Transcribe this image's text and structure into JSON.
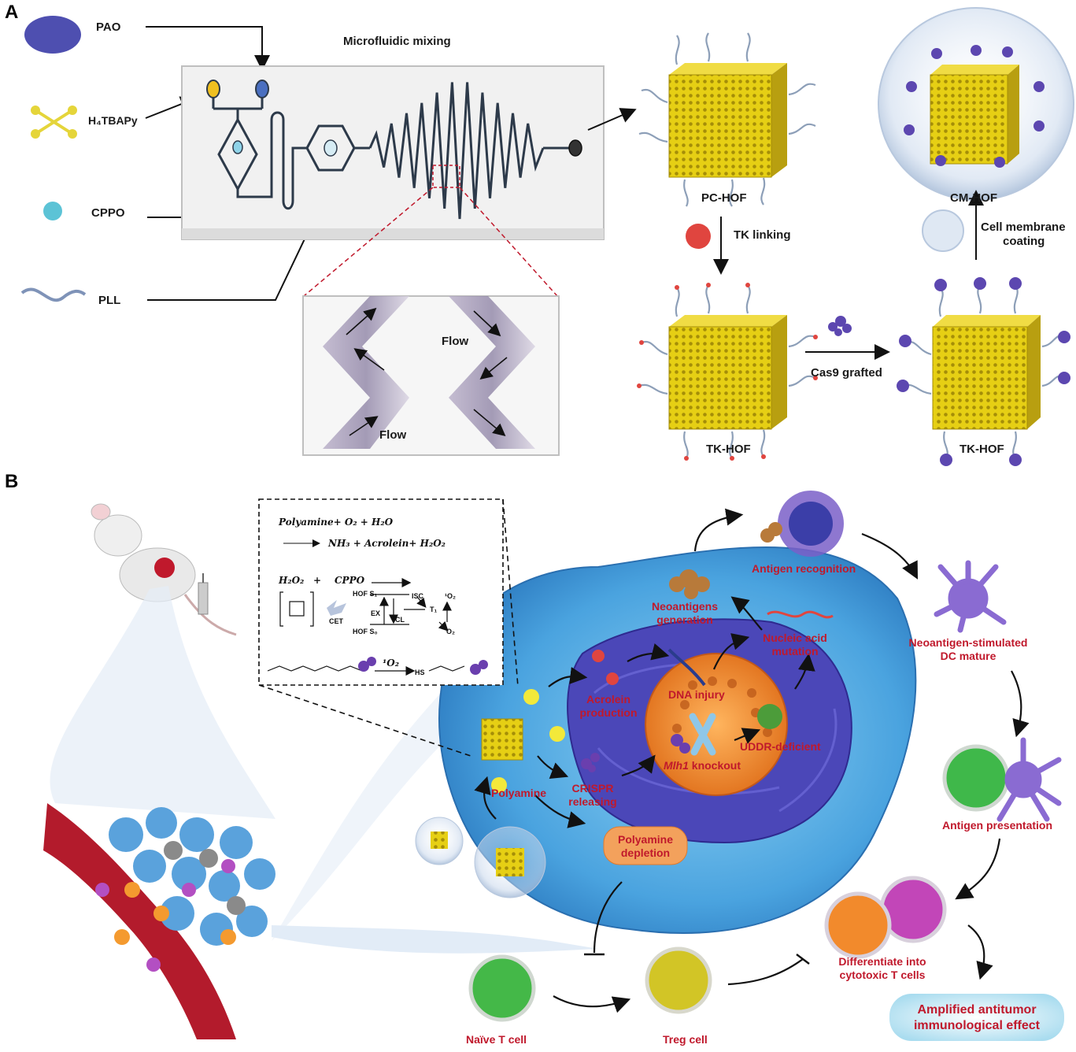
{
  "panel_a": {
    "letter": "A",
    "title": "Microfluidic mixing",
    "inputs": {
      "pao": "PAO",
      "h4tbapy": "H₄TBAPy",
      "cppo": "CPPO",
      "pll": "PLL"
    },
    "flow_top": "Flow",
    "flow_bottom": "Flow",
    "products": {
      "pc_hof": "PC-HOF",
      "tk_linking": "TK linking",
      "tk_hof_left": "TK-HOF",
      "cas9": "Cas9 grafted",
      "tk_hof_right": "TK-HOF",
      "coating_line1": "Cell membrane",
      "coating_line2": "coating",
      "cm_hof": "CM-HOF"
    }
  },
  "panel_b": {
    "letter": "B",
    "reaction": {
      "line1": "Polyamine+ O₂ + H₂O",
      "line2": "NH₃ + Acrolein+ H₂O₂",
      "h2o2": "H₂O₂",
      "plus": "+",
      "cppo": "CPPO",
      "cet": "CET",
      "hof_s1": "HOF S₁",
      "hof_s0": "HOF S₀",
      "isc": "ISC",
      "t1": "T₁",
      "ex": "EX",
      "cl": "CL",
      "singlet_top": "¹O₂",
      "o2": "O₂",
      "singlet_arrow": "¹O₂",
      "hs": "HS"
    },
    "labels": {
      "antigen_recognition": "Antigen recognition",
      "neoantigens_1": "Neoantigens",
      "neoantigens_2": "generation",
      "nucleic_1": "Nucleic acid",
      "nucleic_2": "mutation",
      "acrolein_1": "Acrolein",
      "acrolein_2": "production",
      "dna_injury": "DNA injury",
      "uddr": "UDDR-deficient",
      "mlh1_gene": "Mlh1",
      "mlh1_rest": " knockout",
      "polyamine": "Polyamine",
      "crispr_1": "CRISPR",
      "crispr_2": "releasing",
      "depletion_1": "Polyamine",
      "depletion_2": "depletion",
      "dc_1": "Neoantigen-stimulated",
      "dc_2": "DC mature",
      "antigen_presentation": "Antigen presentation",
      "differentiate_1": "Differentiate into",
      "differentiate_2": "cytotoxic T cells",
      "naive": "Naïve T cell",
      "treg": "Treg cell",
      "effect_1": "Amplified antitumor",
      "effect_2": "immunological effect"
    }
  },
  "colors": {
    "label_red": "#c0192c",
    "hof_yellow": "#e8d21a",
    "pao_blue": "#4e4fb0",
    "cppo_cyan": "#5cc3d6",
    "cell_blue": "#3f93d6",
    "nucleus_purple": "#4b47b8",
    "nucleus_orange": "#ee8a2c",
    "effect_box": "#bfe6f2"
  }
}
